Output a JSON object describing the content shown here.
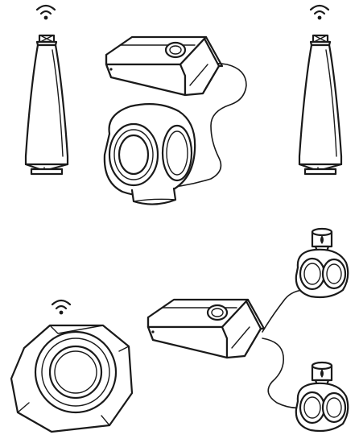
{
  "colors": {
    "ink": "#1a1a1a",
    "background": "#ffffff"
  },
  "icons": {
    "wireless": "wifi-signal-icon"
  },
  "diagrams": [
    {
      "devices": [
        "wireless-floor-speaker",
        "wireless-floor-speaker",
        "central-hub-box",
        "wired-subwoofer"
      ],
      "wireless_count": 2,
      "wired_count": 1
    },
    {
      "devices": [
        "wireless-subwoofer",
        "central-hub-box",
        "wired-satellite-speaker",
        "wired-satellite-speaker"
      ],
      "wireless_count": 1,
      "wired_count": 2
    }
  ]
}
